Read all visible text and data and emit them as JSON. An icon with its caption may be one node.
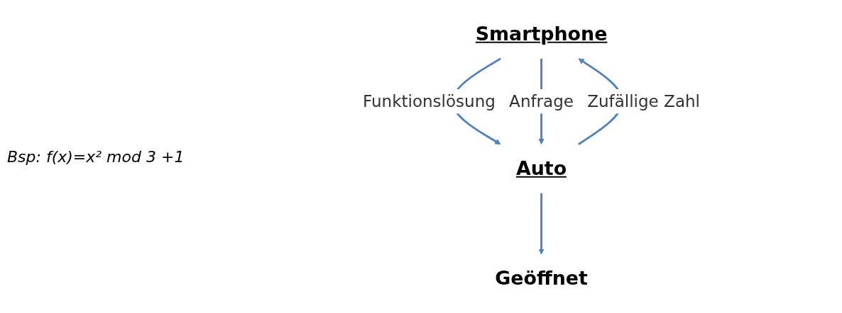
{
  "diagram": {
    "nodes": [
      {
        "text": [
          "Smartphone"
        ]
      },
      {
        "text": [
          "Auto"
        ]
      },
      {
        "text": [
          "Geöffnet"
        ]
      }
    ],
    "edges": [
      {
        "from": 0,
        "to": 1,
        "arrow": "to",
        "label": "Funktionslösung"
      },
      {
        "from": 0,
        "to": 1,
        "arrow": "to",
        "label": "Anfrage"
      },
      {
        "from": 1,
        "to": 0,
        "arrow": "to",
        "label": "Zufällige Zahl"
      },
      {
        "from": 1,
        "to": 2,
        "arrow": "to"
      }
    ],
    "labels": [
      "Bsp: f(x)=x² mod 3 +1"
    ]
  }
}
